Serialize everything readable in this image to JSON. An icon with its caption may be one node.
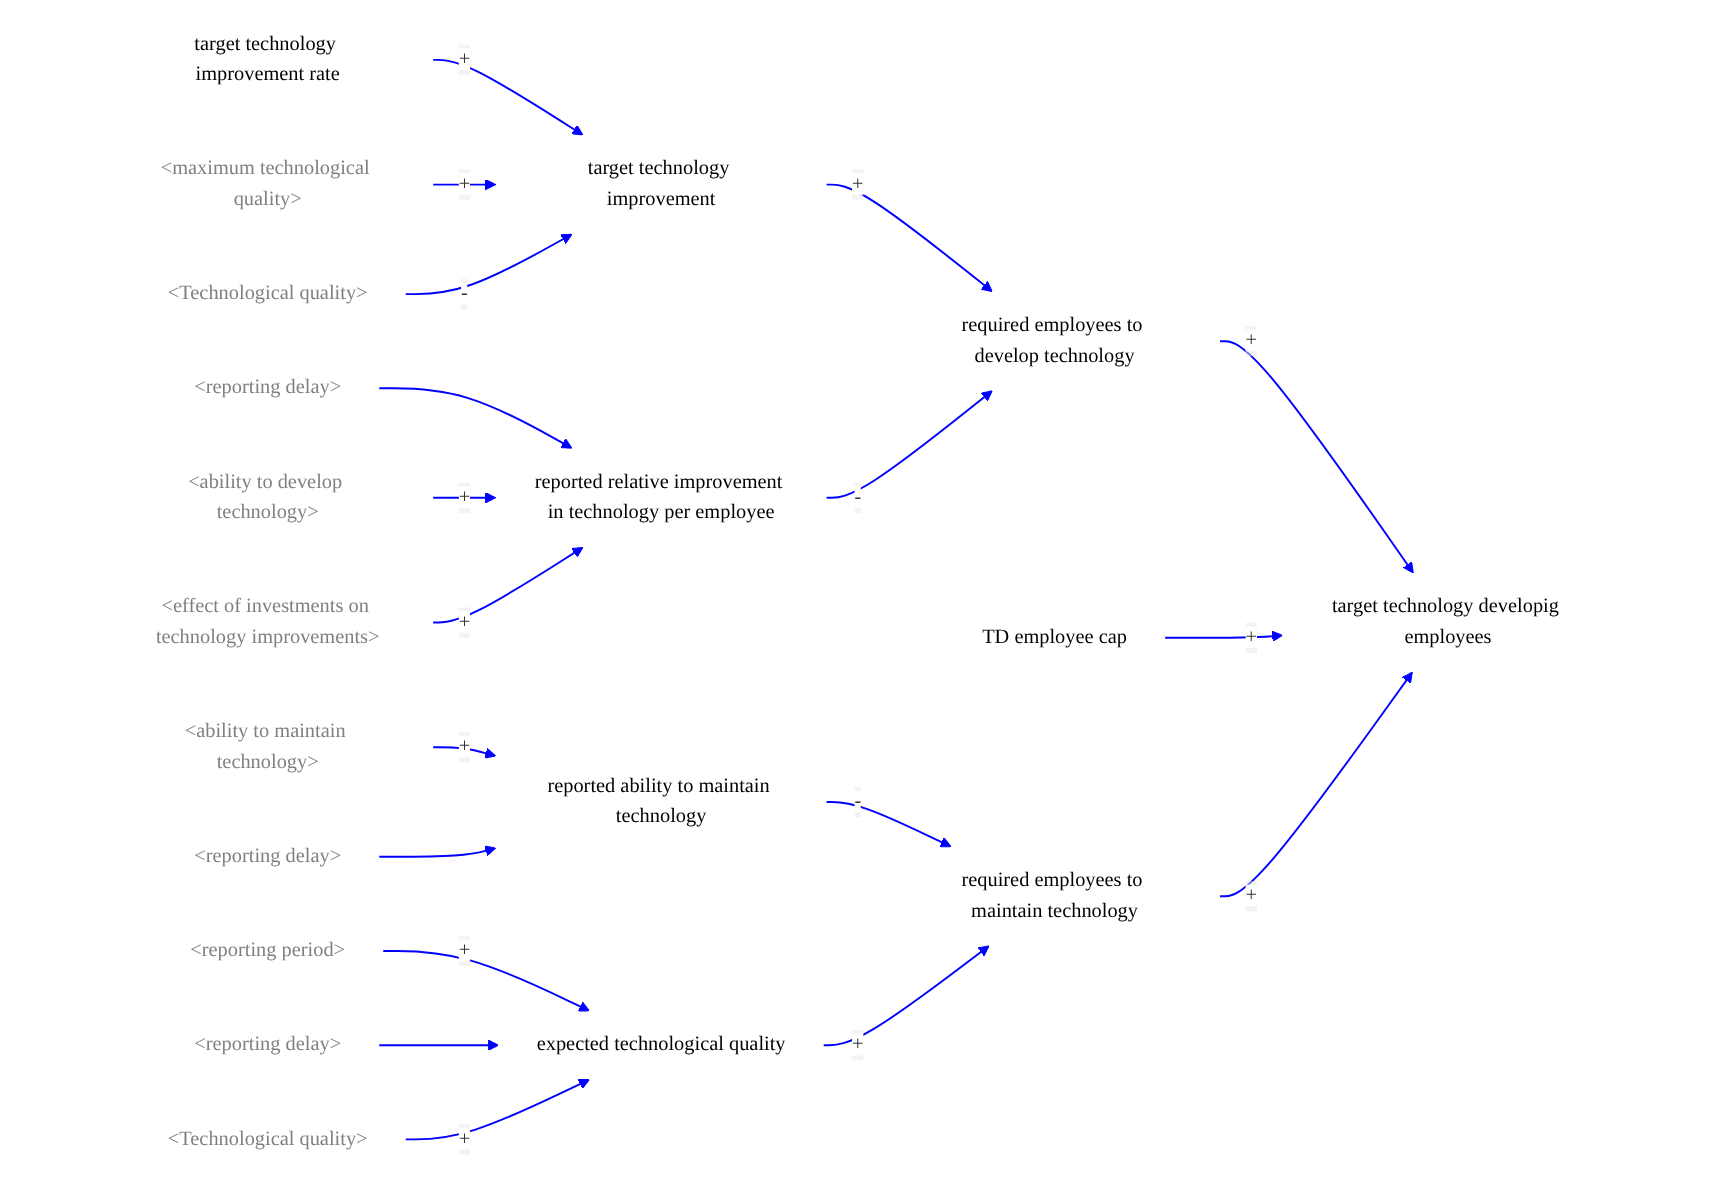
{
  "diagram": {
    "nodes": [
      {
        "text": [
          "target technology improvement rate"
        ]
      },
      {
        "text": [
          "<maximum technological quality>"
        ]
      },
      {
        "text": [
          "target technology improvement"
        ]
      },
      {
        "text": [
          "<Technological quality>"
        ]
      },
      {
        "text": [
          "<reporting delay>"
        ]
      },
      {
        "text": [
          "<ability to develop technology>"
        ]
      },
      {
        "text": [
          "reported relative improvement in technology per employee"
        ]
      },
      {
        "text": [
          "required employees to develop technology"
        ]
      },
      {
        "text": [
          "<effect of investments on technology improvements>"
        ]
      },
      {
        "text": [
          "target technology developig employees"
        ]
      },
      {
        "text": [
          "TD employee cap"
        ]
      },
      {
        "text": [
          "<ability to maintain technology>"
        ]
      },
      {
        "text": [
          "reported ability to maintain technology"
        ]
      },
      {
        "text": [
          "required employees to maintain technology"
        ]
      },
      {
        "text": [
          "<reporting delay>"
        ]
      },
      {
        "text": [
          "<reporting period>"
        ]
      },
      {
        "text": [
          "expected technological quality"
        ]
      },
      {
        "text": [
          "<reporting delay>"
        ]
      },
      {
        "text": [
          "<Technological quality>"
        ]
      }
    ],
    "edges": [
      {
        "from": 0,
        "to": 2,
        "arrow": "to",
        "label": "+"
      },
      {
        "from": 1,
        "to": 2,
        "arrow": "to",
        "label": "+"
      },
      {
        "from": 3,
        "to": 2,
        "arrow": "to",
        "label": "-"
      },
      {
        "from": 2,
        "to": 7,
        "arrow": "to",
        "label": "+"
      },
      {
        "from": 4,
        "to": 6,
        "arrow": "to"
      },
      {
        "from": 5,
        "to": 6,
        "arrow": "to",
        "label": "+"
      },
      {
        "from": 8,
        "to": 6,
        "arrow": "to",
        "label": "+"
      },
      {
        "from": 6,
        "to": 7,
        "arrow": "to",
        "label": "-"
      },
      {
        "from": 7,
        "to": 9,
        "arrow": "to",
        "label": "+"
      },
      {
        "from": 10,
        "to": 9,
        "arrow": "to",
        "label": "+"
      },
      {
        "from": 13,
        "to": 9,
        "arrow": "to",
        "label": "+"
      },
      {
        "from": 11,
        "to": 12,
        "arrow": "to",
        "label": "+"
      },
      {
        "from": 14,
        "to": 12,
        "arrow": "to"
      },
      {
        "from": 12,
        "to": 13,
        "arrow": "to",
        "label": "-"
      },
      {
        "from": 16,
        "to": 13,
        "arrow": "to",
        "label": "+"
      },
      {
        "from": 15,
        "to": 16,
        "arrow": "to",
        "label": "+"
      },
      {
        "from": 17,
        "to": 16,
        "arrow": "to"
      },
      {
        "from": 18,
        "to": 16,
        "arrow": "to",
        "label": "+"
      }
    ]
  }
}
